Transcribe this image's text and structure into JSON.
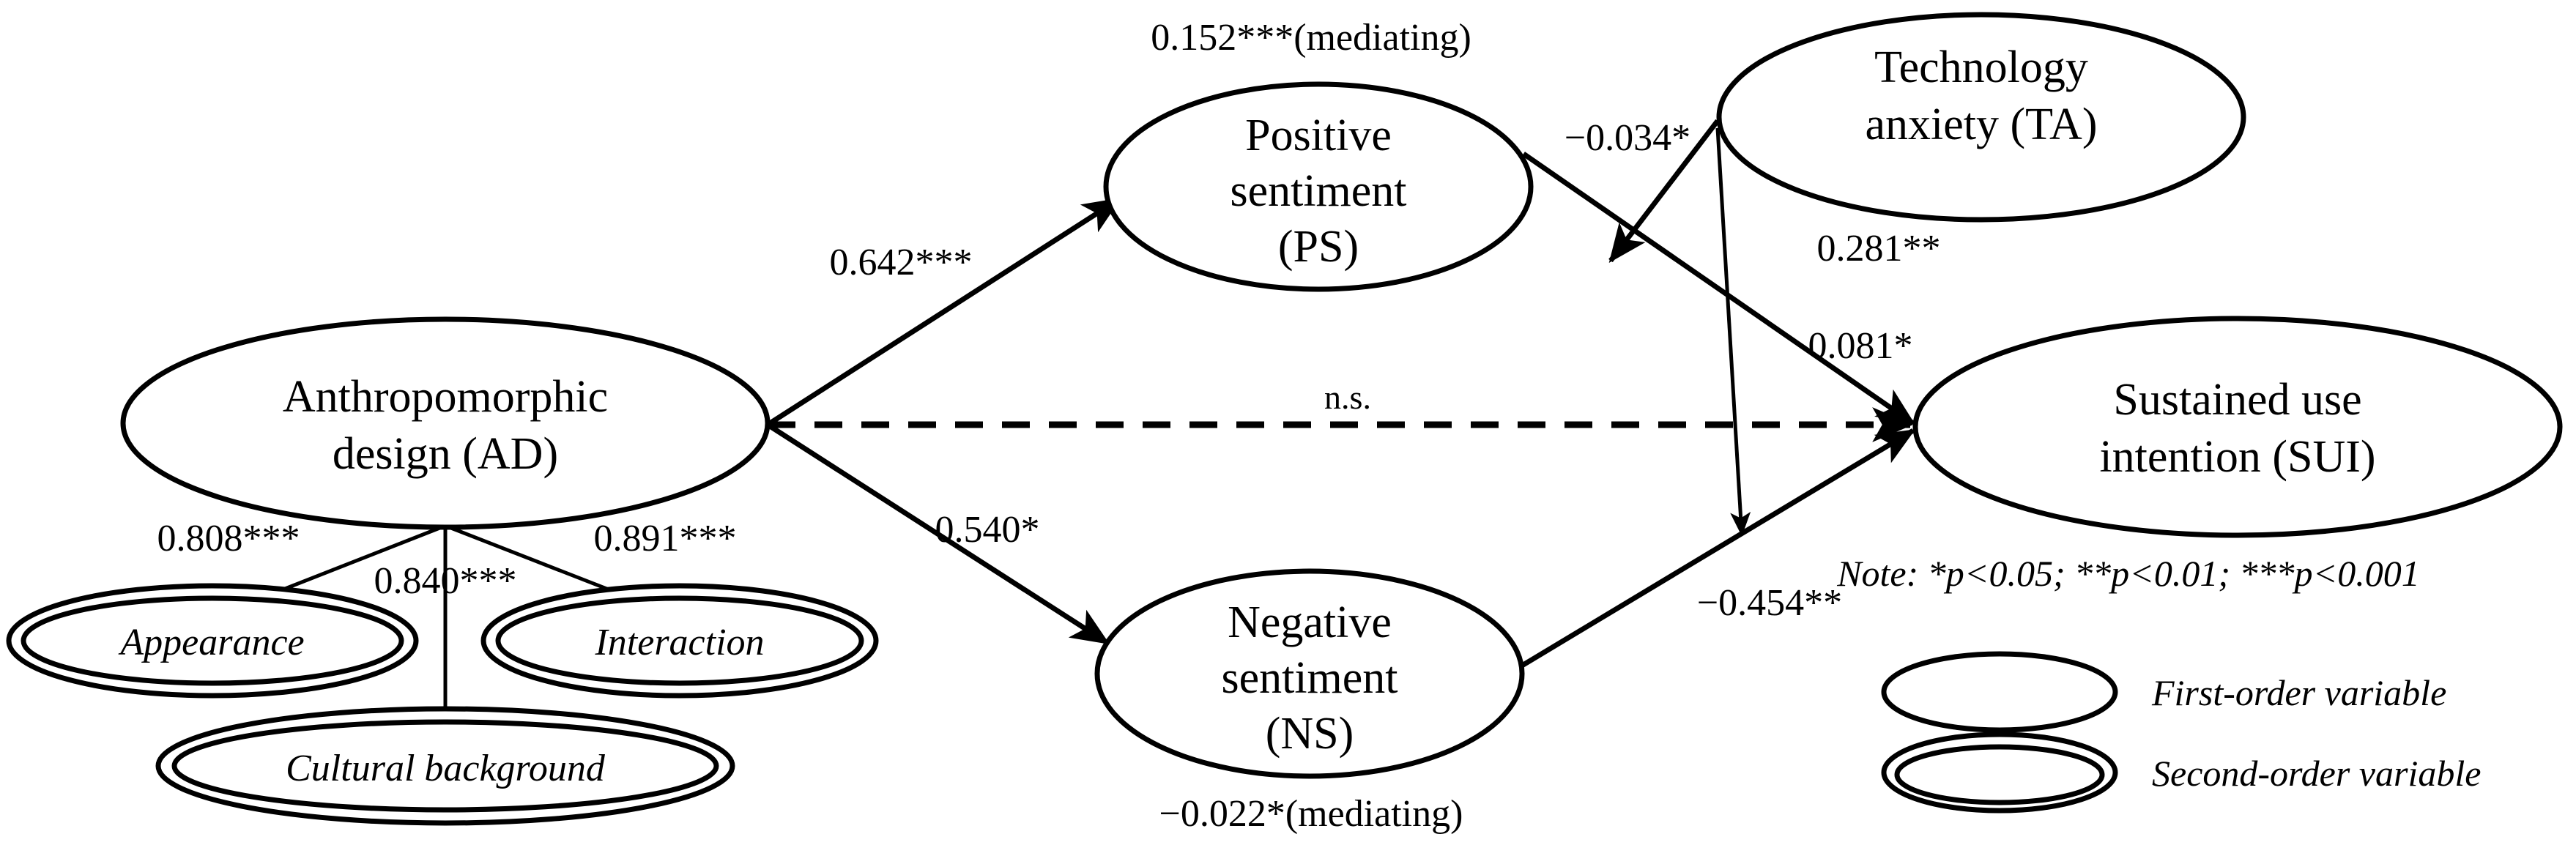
{
  "diagram": {
    "title": "Structural equation model path diagram",
    "nodes": {
      "ad": {
        "line1": "Anthropomorphic",
        "line2": "design (AD)"
      },
      "ps": {
        "line1": "Positive",
        "line2": "sentiment",
        "line3": "(PS)"
      },
      "ns": {
        "line1": "Negative",
        "line2": "sentiment",
        "line3": "(NS)"
      },
      "ta": {
        "line1": "Technology",
        "line2": "anxiety (TA)"
      },
      "sui": {
        "line1": "Sustained use",
        "line2": "intention (SUI)"
      },
      "appearance": {
        "label": "Appearance"
      },
      "cultural_background": {
        "label": "Cultural background"
      },
      "interaction": {
        "label": "Interaction"
      }
    },
    "coefficients": {
      "ad_to_ps": "0.642***",
      "ad_to_ns": "0.540*",
      "ad_to_sui": "n.s.",
      "ps_to_sui": "0.081*",
      "ns_to_sui": "−0.454**",
      "ta_to_ps_sui_path": "−0.034*",
      "ta_to_ns_sui_path": "0.281**",
      "ad_to_appearance": "0.808***",
      "ad_to_cultural_background": "0.840***",
      "ad_to_interaction": "0.891***",
      "mediating_ps": "0.152***(mediating)",
      "mediating_ns": "−0.022*(mediating)"
    },
    "note": "Note: *p<0.05; **p<0.01; ***p<0.001",
    "legend": {
      "first_order": "First-order variable",
      "second_order": "Second-order variable"
    },
    "colors": {
      "stroke": "#000000",
      "fill": "#ffffff",
      "text": "#000000"
    }
  }
}
